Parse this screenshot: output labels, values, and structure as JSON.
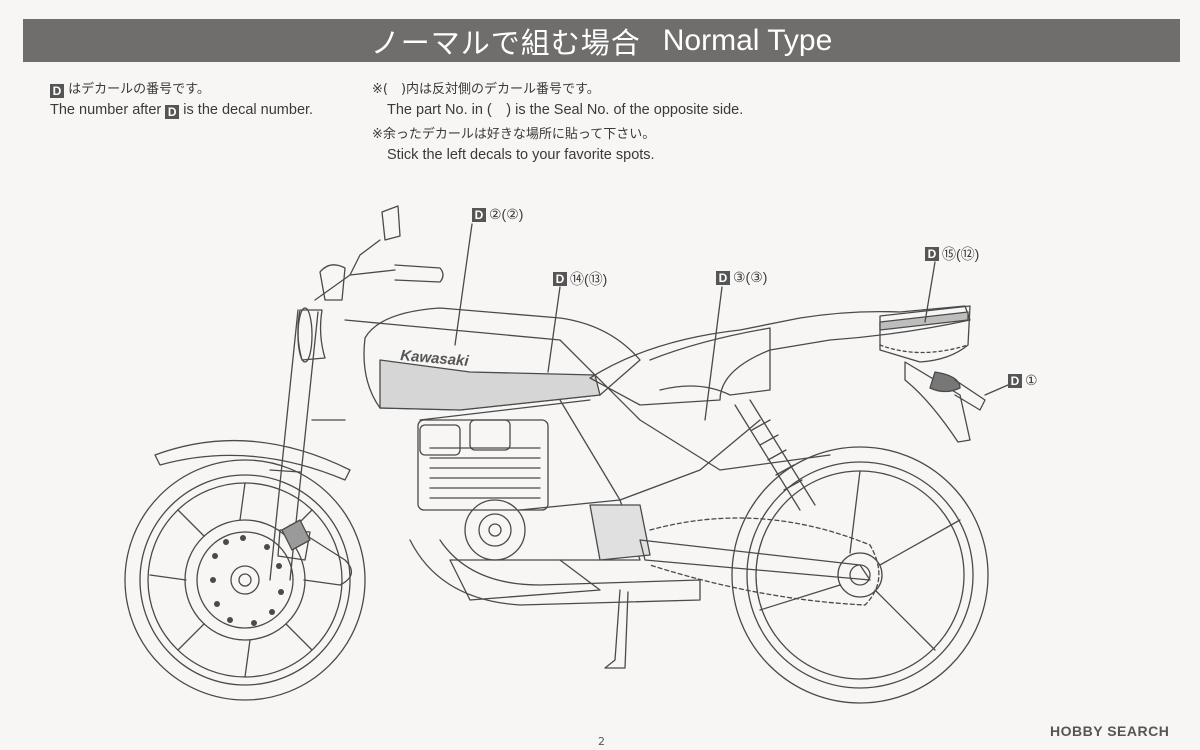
{
  "header": {
    "title_jp": "ノーマルで組む場合",
    "title_en": "Normal Type"
  },
  "notes": {
    "decal_marker": "D",
    "left_jp": "はデカールの番号です。",
    "left_en_pre": "The number after",
    "left_en_post": "is the decal number.",
    "right_jp_1": "※(　)内は反対側のデカール番号です。",
    "right_en_1": "The part No. in (　) is the Seal No. of the opposite side.",
    "right_jp_2": "※余ったデカールは好きな場所に貼って下さい。",
    "right_en_2": "Stick the left decals to your favorite spots."
  },
  "callouts": [
    {
      "id": "tank-side",
      "text": "②(②)"
    },
    {
      "id": "tank-stripe",
      "text": "⑭(⑬)"
    },
    {
      "id": "frame",
      "text": "③(③)"
    },
    {
      "id": "tail-stripe",
      "text": "⑮(⑫)"
    },
    {
      "id": "rear-fender",
      "text": "①"
    }
  ],
  "tank_logo": "Kawasaki",
  "page_number": "2",
  "watermark": "HOBBY SEARCH"
}
